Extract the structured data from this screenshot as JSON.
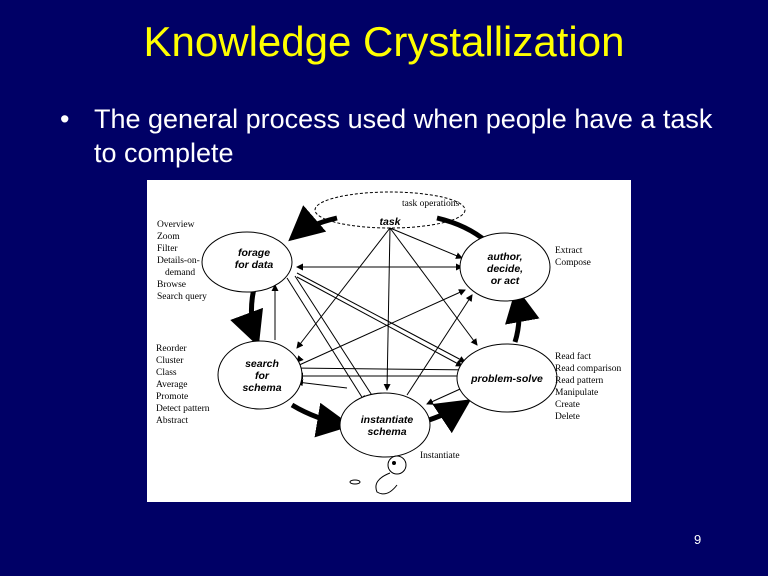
{
  "slide": {
    "title": "Knowledge Crystallization",
    "bullet": "The general process used when people have a task to complete",
    "bullet_marker": "•",
    "page_number": "9"
  },
  "diagram": {
    "task_ops": "task operations",
    "nodes": {
      "task": "task",
      "forage": [
        "forage",
        "for data"
      ],
      "author": [
        "author,",
        "decide,",
        "or act"
      ],
      "search": [
        "search",
        "for",
        "schema"
      ],
      "problem": "problem-solve",
      "instantiate": [
        "instantiate",
        "schema"
      ]
    },
    "forage_ops": [
      "Overview",
      "Zoom",
      "Filter",
      "Details-on-",
      "demand",
      "Browse",
      "Search query"
    ],
    "search_ops": [
      "Reorder",
      "Cluster",
      "Class",
      "Average",
      "Promote",
      "Detect pattern",
      "Abstract"
    ],
    "author_ops": [
      "Extract",
      "Compose"
    ],
    "problem_ops": [
      "Read fact",
      "Read comparison",
      "Read pattern",
      "Manipulate",
      "Create",
      "Delete"
    ],
    "instantiate_ops": "Instantiate"
  }
}
